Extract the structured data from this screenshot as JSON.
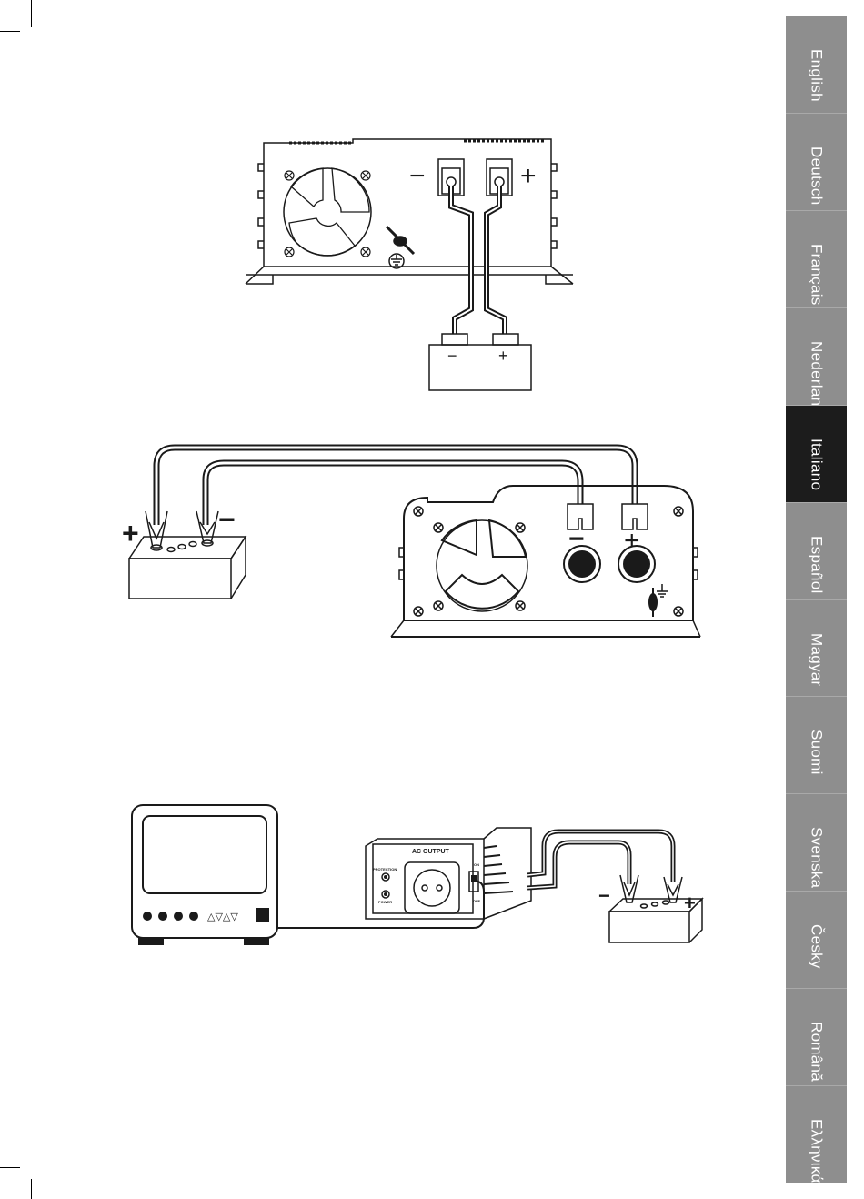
{
  "languages": [
    {
      "label": "English",
      "active": false
    },
    {
      "label": "Deutsch",
      "active": false
    },
    {
      "label": "Français",
      "active": false
    },
    {
      "label": "Nederlands",
      "active": false
    },
    {
      "label": "Italiano",
      "active": true
    },
    {
      "label": "Español",
      "active": false
    },
    {
      "label": "Magyar",
      "active": false
    },
    {
      "label": "Suomi",
      "active": false
    },
    {
      "label": "Svenska",
      "active": false
    },
    {
      "label": "Česky",
      "active": false
    },
    {
      "label": "Română",
      "active": false
    },
    {
      "label": "Ελληνικά",
      "active": false
    }
  ],
  "colors": {
    "tab_bg": "#8e8e8e",
    "tab_active_bg": "#1c1c1c",
    "tab_text": "#ffffff",
    "line": "#1a1a1a"
  },
  "diagram1": {
    "minus": "−",
    "plus": "+"
  },
  "diagram2": {
    "minus": "−",
    "plus": "+"
  },
  "diagram3": {
    "ac_output": "AC OUTPUT",
    "protection": "PROTECTION",
    "power": "POWER",
    "on": "ON",
    "off": "OFF",
    "minus": "−",
    "plus": "+",
    "tv_buttons": "△▽△▽"
  }
}
